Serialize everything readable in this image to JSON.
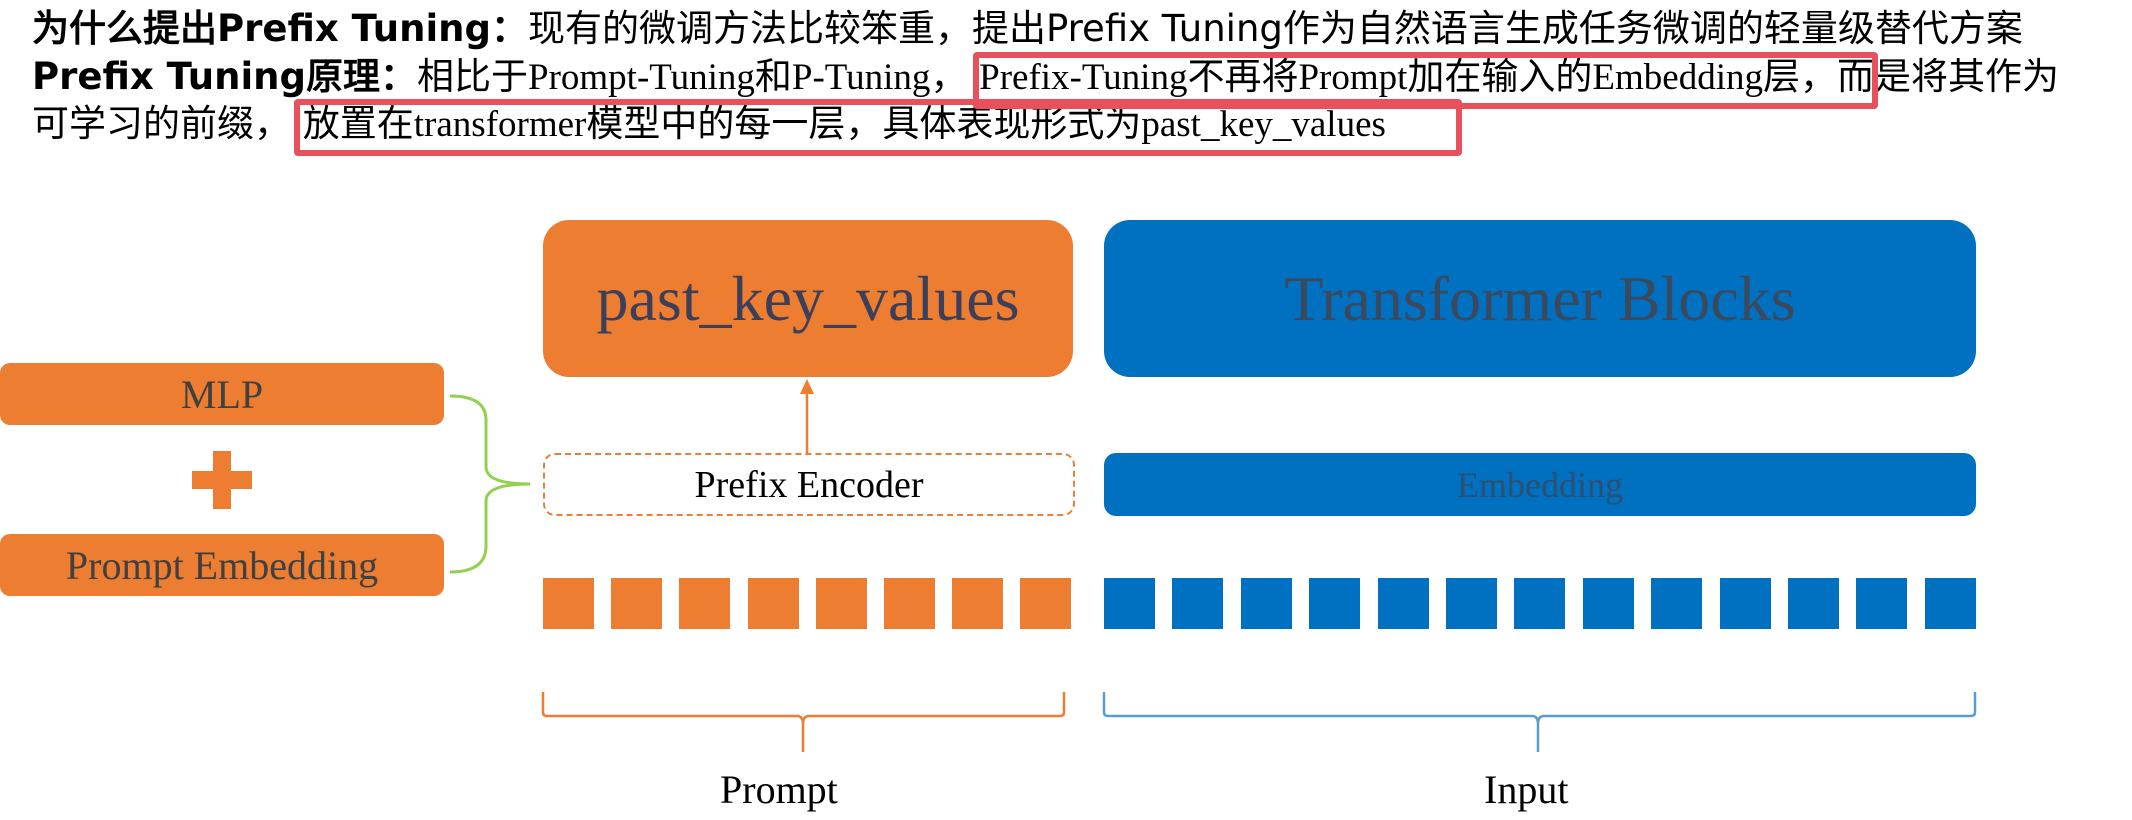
{
  "header": {
    "line1_bold": "为什么提出Prefix Tuning：",
    "line1_text": "现有的微调方法比较笨重，提出Prefix Tuning作为自然语言生成任务微调的轻量级替代方案",
    "line2_bold": "Prefix Tuning原理：",
    "line2_a": "相比于",
    "line2_b": "Prompt-Tuning",
    "line2_c": "和",
    "line2_d": "P-Tuning",
    "line2_e": "，",
    "line2_hl_a": "Prefix-Tuning",
    "line2_hl_b": "不再将",
    "line2_hl_c": "Prompt",
    "line2_hl_d": "加在输入的",
    "line2_hl_e": "Embedding",
    "line2_hl_f": "层",
    "line2_tail": "，而是将其作为",
    "line3_a": "可学习的前缀，",
    "line3_hl_a": "放置在",
    "line3_hl_b": "transformer",
    "line3_hl_c": "模型中的每一层，具体表现形式为",
    "line3_hl_d": "past_key_values"
  },
  "diagram": {
    "past_key_values": "past_key_values",
    "transformer_blocks": "Transformer Blocks",
    "prefix_encoder": "Prefix Encoder",
    "embedding": "Embedding",
    "mlp": "MLP",
    "plus": "+",
    "prompt_embedding": "Prompt Embedding",
    "prompt_label": "Prompt",
    "input_label": "Input",
    "prompt_token_count": 8,
    "input_token_count": 13
  },
  "colors": {
    "orange": "#ed7d31",
    "blue": "#0070c0",
    "highlight": "#e8505b",
    "bracket_green": "#92d050",
    "brace_blue": "#5b9bd5"
  }
}
